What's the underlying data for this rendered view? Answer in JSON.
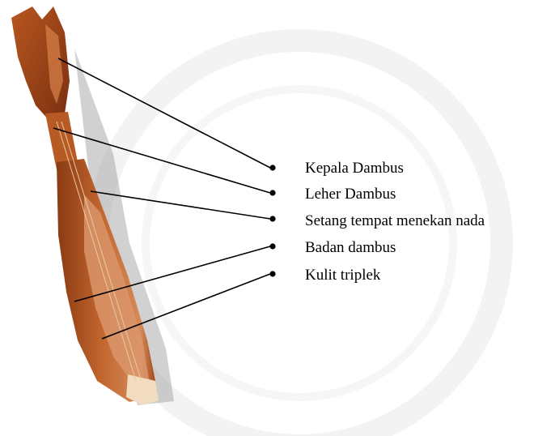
{
  "diagram": {
    "subject": "dambus",
    "colors": {
      "wood_dark": "#8a3a12",
      "wood_mid": "#b8561f",
      "wood_light": "#e0a070",
      "leader_line": "#000000",
      "watermark": "#f1f1f1"
    },
    "labels": [
      {
        "id": "kepala",
        "text": "Kepala Dambus"
      },
      {
        "id": "leher",
        "text": "Leher Dambus"
      },
      {
        "id": "setang",
        "text": "Setang tempat menekan nada"
      },
      {
        "id": "badan",
        "text": "Badan dambus"
      },
      {
        "id": "kulit",
        "text": "Kulit triplek"
      }
    ]
  }
}
